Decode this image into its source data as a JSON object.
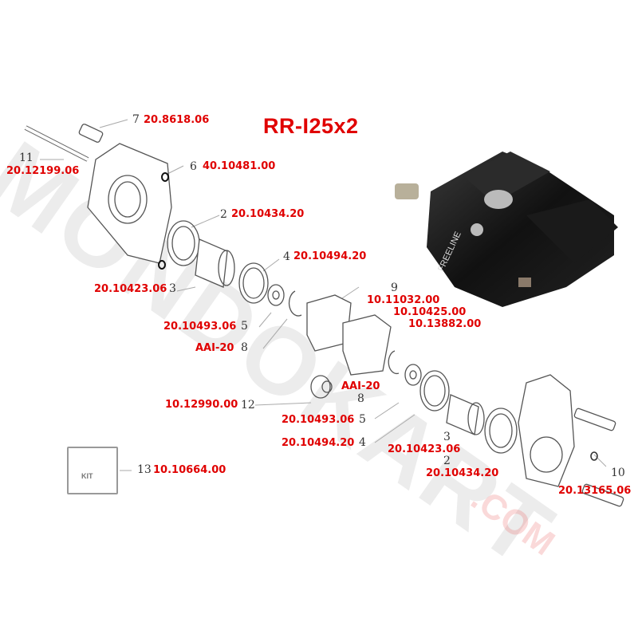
{
  "title": "RR-I25x2",
  "watermark": "MONDOKART",
  "watermark_suffix": ".COM",
  "photo": {
    "brand_text": "FREELINE",
    "description": "black 2-piston brake caliper photo"
  },
  "kit": {
    "label": "KIT"
  },
  "callouts": [
    {
      "index": "7",
      "part_number": "20.8618.06"
    },
    {
      "index": "11",
      "part_number": "20.12199.06"
    },
    {
      "index": "6",
      "part_number": "40.10481.00"
    },
    {
      "index": "2",
      "part_number": "20.10434.20"
    },
    {
      "index": "4",
      "part_number": "20.10494.20"
    },
    {
      "index": "3",
      "part_number": "20.10423.06"
    },
    {
      "index": "9",
      "part_number": "10.11032.00"
    },
    {
      "index": "9",
      "part_number": "10.10425.00"
    },
    {
      "index": "9",
      "part_number": "10.13882.00"
    },
    {
      "index": "5",
      "part_number": "20.10493.06"
    },
    {
      "index": "8",
      "part_number": "AAI-20"
    },
    {
      "index": "8",
      "part_number": "AAI-20"
    },
    {
      "index": "12",
      "part_number": "10.12990.00"
    },
    {
      "index": "5",
      "part_number": "20.10493.06"
    },
    {
      "index": "4",
      "part_number": "20.10494.20"
    },
    {
      "index": "3",
      "part_number": "20.10423.06"
    },
    {
      "index": "2",
      "part_number": "20.10434.20"
    },
    {
      "index": "13",
      "part_number": "10.10664.00"
    },
    {
      "index": "10",
      "part_number": "20.13165.06"
    }
  ],
  "colors": {
    "part_number": "#e00000",
    "index": "#333333",
    "line": "#aaaaaa"
  }
}
